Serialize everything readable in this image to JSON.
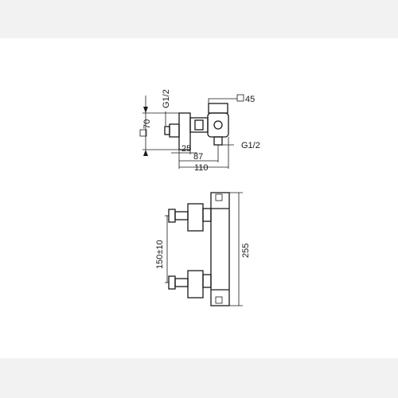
{
  "colors": {
    "background": "#f2f2f2",
    "panel": "#ffffff",
    "line": "#1a1a1a"
  },
  "top_view": {
    "thread_left": "G1/2",
    "square_size": "45",
    "height_dim": "70",
    "thread_right": "G1/2",
    "dim_25": "25",
    "dim_87": "87",
    "dim_110": "110"
  },
  "front_view": {
    "spacing_dim": "150±10",
    "length_dim": "255"
  }
}
